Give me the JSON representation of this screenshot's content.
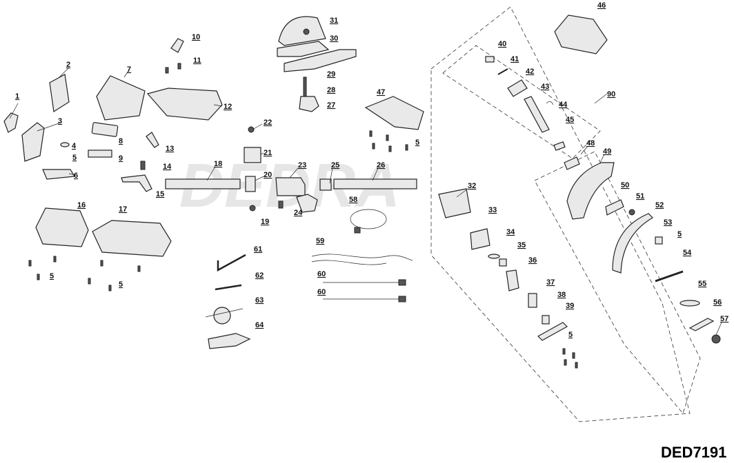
{
  "model_code": "DED7191",
  "watermark": "DEDRA",
  "labels": [
    "1",
    "2",
    "3",
    "4",
    "5",
    "6",
    "7",
    "8",
    "9",
    "10",
    "11",
    "12",
    "13",
    "14",
    "15",
    "16",
    "17",
    "18",
    "19",
    "20",
    "21",
    "22",
    "23",
    "24",
    "25",
    "26",
    "27",
    "28",
    "29",
    "30",
    "31",
    "32",
    "33",
    "34",
    "35",
    "36",
    "37",
    "38",
    "39",
    "40",
    "41",
    "42",
    "43",
    "44",
    "45",
    "46",
    "47",
    "48",
    "49",
    "50",
    "51",
    "52",
    "53",
    "54",
    "55",
    "56",
    "57",
    "58",
    "59",
    "60",
    "61",
    "62",
    "63",
    "64",
    "90"
  ],
  "repeat_labels": {
    "five": "5",
    "sixty": "60"
  }
}
